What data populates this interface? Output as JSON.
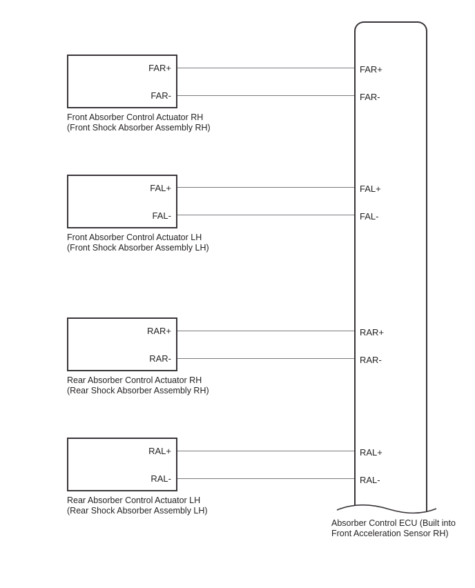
{
  "colors": {
    "box_border": "#383338",
    "wire": "#7b777c",
    "text": "#231f20",
    "background": "#ffffff"
  },
  "actuators": [
    {
      "pins": [
        "FAR+",
        "FAR-"
      ],
      "caption1": "Front Absorber Control Actuator RH",
      "caption2": "(Front Shock Absorber Assembly RH)"
    },
    {
      "pins": [
        "FAL+",
        "FAL-"
      ],
      "caption1": "Front Absorber Control Actuator LH",
      "caption2": "(Front Shock Absorber Assembly LH)"
    },
    {
      "pins": [
        "RAR+",
        "RAR-"
      ],
      "caption1": "Rear Absorber Control Actuator RH",
      "caption2": "(Rear Shock Absorber Assembly RH)"
    },
    {
      "pins": [
        "RAL+",
        "RAL-"
      ],
      "caption1": "Rear Absorber Control Actuator LH",
      "caption2": "(Rear Shock Absorber Assembly LH)"
    }
  ],
  "ecu": {
    "pins": [
      "FAR+",
      "FAR-",
      "FAL+",
      "FAL-",
      "RAR+",
      "RAR-",
      "RAL+",
      "RAL-"
    ],
    "caption1": "Absorber Control ECU (Built into",
    "caption2": "Front Acceleration Sensor RH)"
  }
}
